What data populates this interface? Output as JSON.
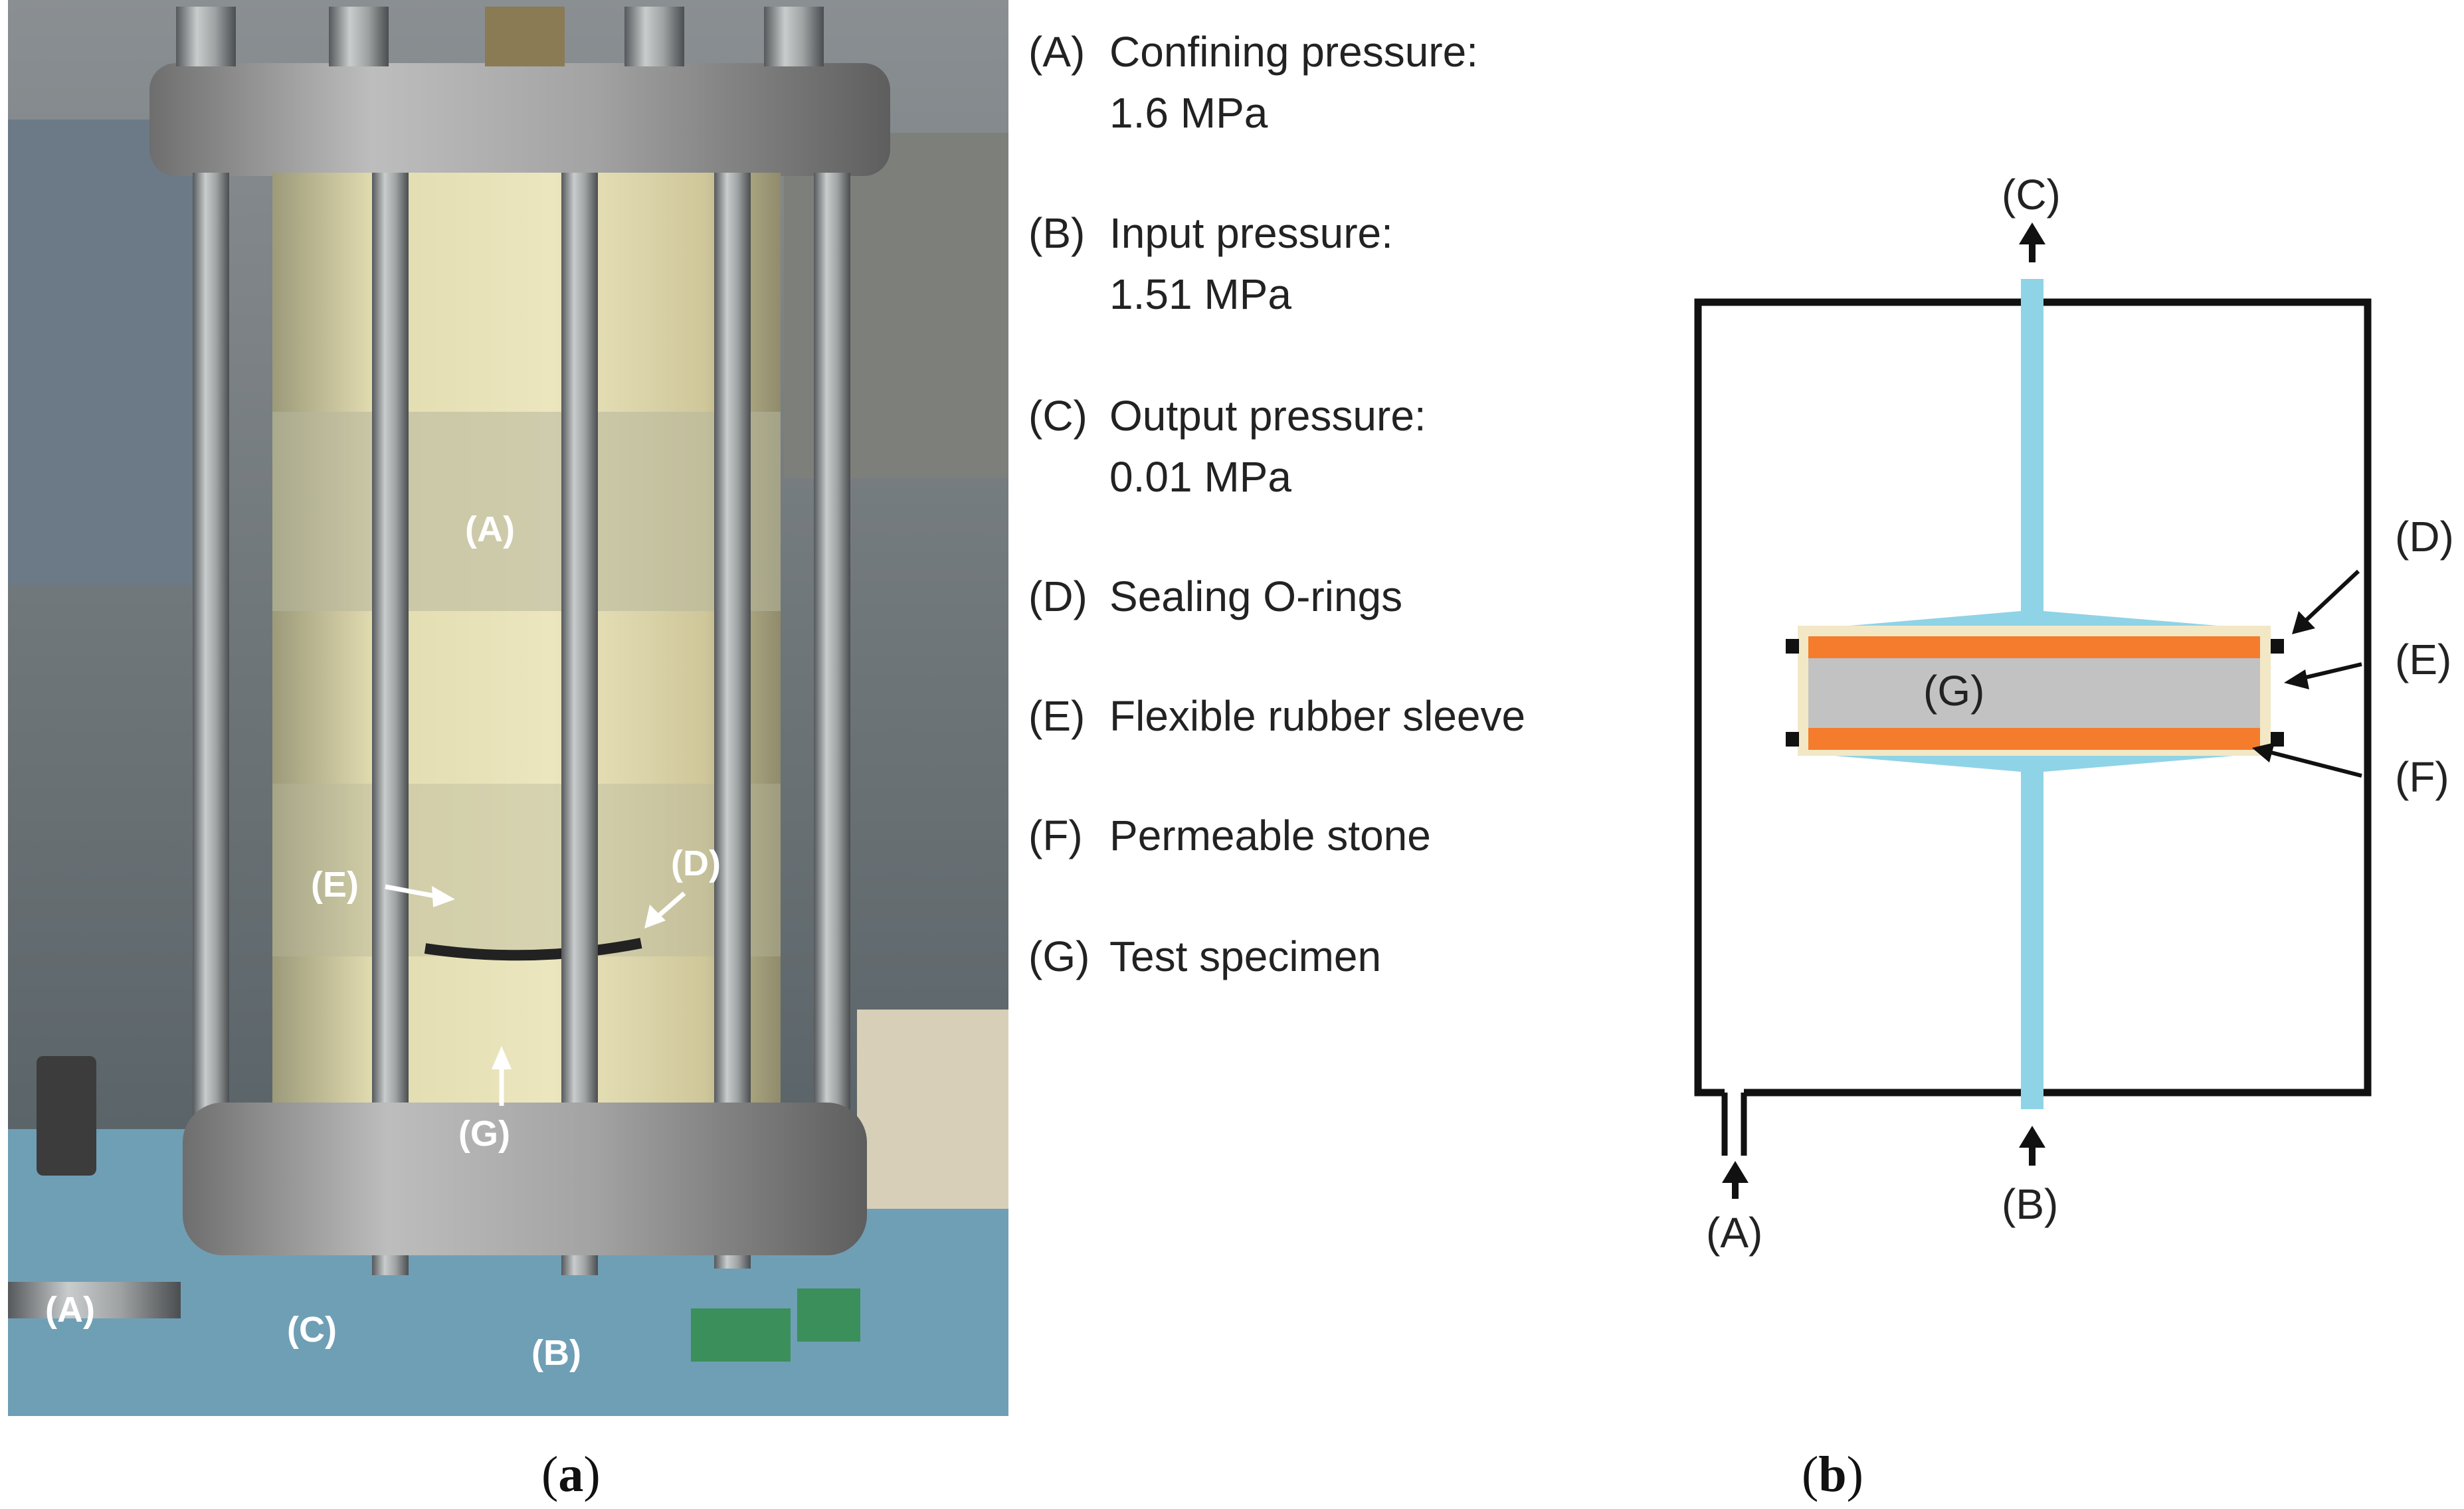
{
  "photo": {
    "labels": {
      "a": "(A)",
      "b": "(B)",
      "c": "(C)",
      "d": "(D)",
      "e": "(E)",
      "g": "(G)"
    }
  },
  "legend": {
    "items": [
      {
        "key": "(A)",
        "text": "Confining pressure:",
        "value": "1.6 MPa"
      },
      {
        "key": "(B)",
        "text": "Input pressure:",
        "value": "1.51 MPa"
      },
      {
        "key": "(C)",
        "text": "Output pressure:",
        "value": "0.01 MPa"
      },
      {
        "key": "(D)",
        "text": "Sealing O-rings",
        "value": ""
      },
      {
        "key": "(E)",
        "text": "Flexible rubber sleeve",
        "value": ""
      },
      {
        "key": "(F)",
        "text": "Permeable stone",
        "value": ""
      },
      {
        "key": "(G)",
        "text": "Test specimen",
        "value": ""
      }
    ]
  },
  "schematic": {
    "labels": {
      "a": "(A)",
      "b": "(B)",
      "c": "(C)",
      "d": "(D)",
      "e": "(E)",
      "f": "(F)",
      "g": "(G)"
    }
  },
  "captions": {
    "a_letter": "a",
    "b_letter": "b",
    "open": "(",
    "close": ")"
  },
  "colors": {
    "flow": "#8fd3e6",
    "stone": "#f47c2c",
    "specimen": "#c2c2c2",
    "sleeve": "#f2e8c6",
    "frame": "#111111"
  }
}
